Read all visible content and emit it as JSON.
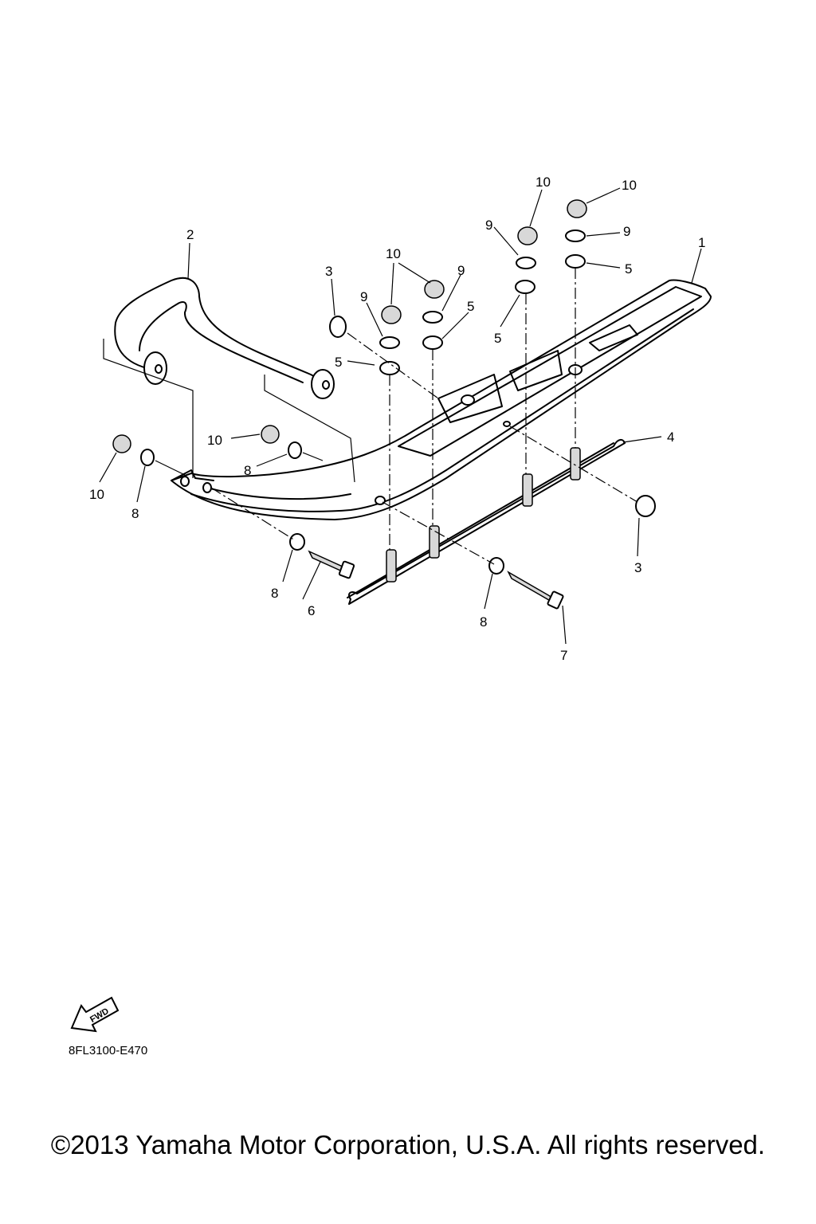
{
  "diagram": {
    "callouts": [
      "1",
      "2",
      "3",
      "3",
      "4",
      "5",
      "5",
      "5",
      "5",
      "6",
      "7",
      "8",
      "8",
      "8",
      "8",
      "9",
      "9",
      "9",
      "9",
      "10",
      "10",
      "10",
      "10",
      "10"
    ],
    "fwd_label": "FWD",
    "code": "8FL3100-E470"
  },
  "footer": {
    "copyright": "©2013 Yamaha Motor Corporation, U.S.A. All rights reserved."
  }
}
